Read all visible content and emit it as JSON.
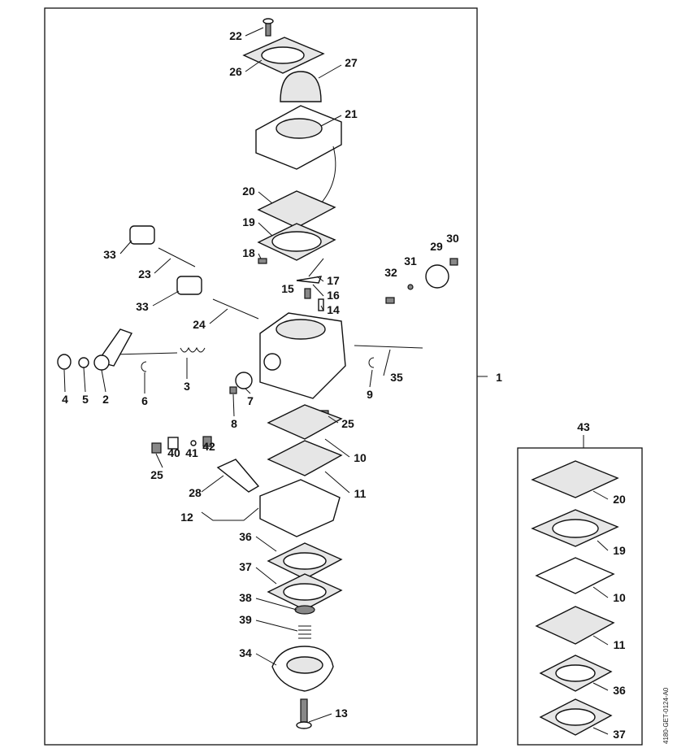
{
  "diagram": {
    "type": "exploded parts diagram",
    "drawing_code": "4180-GET-0124-A0",
    "main_assembly_label": "1",
    "kit_label": "43",
    "callouts": [
      "22",
      "26",
      "27",
      "21",
      "20",
      "19",
      "18",
      "17",
      "15",
      "16",
      "14",
      "33",
      "23",
      "33",
      "24",
      "32",
      "31",
      "29",
      "30",
      "35",
      "9",
      "4",
      "5",
      "2",
      "6",
      "3",
      "7",
      "8",
      "25",
      "10",
      "11",
      "42",
      "41",
      "40",
      "25",
      "28",
      "12",
      "36",
      "37",
      "38",
      "39",
      "34",
      "13"
    ],
    "kit_callouts": [
      "20",
      "19",
      "10",
      "11",
      "36",
      "37"
    ]
  }
}
